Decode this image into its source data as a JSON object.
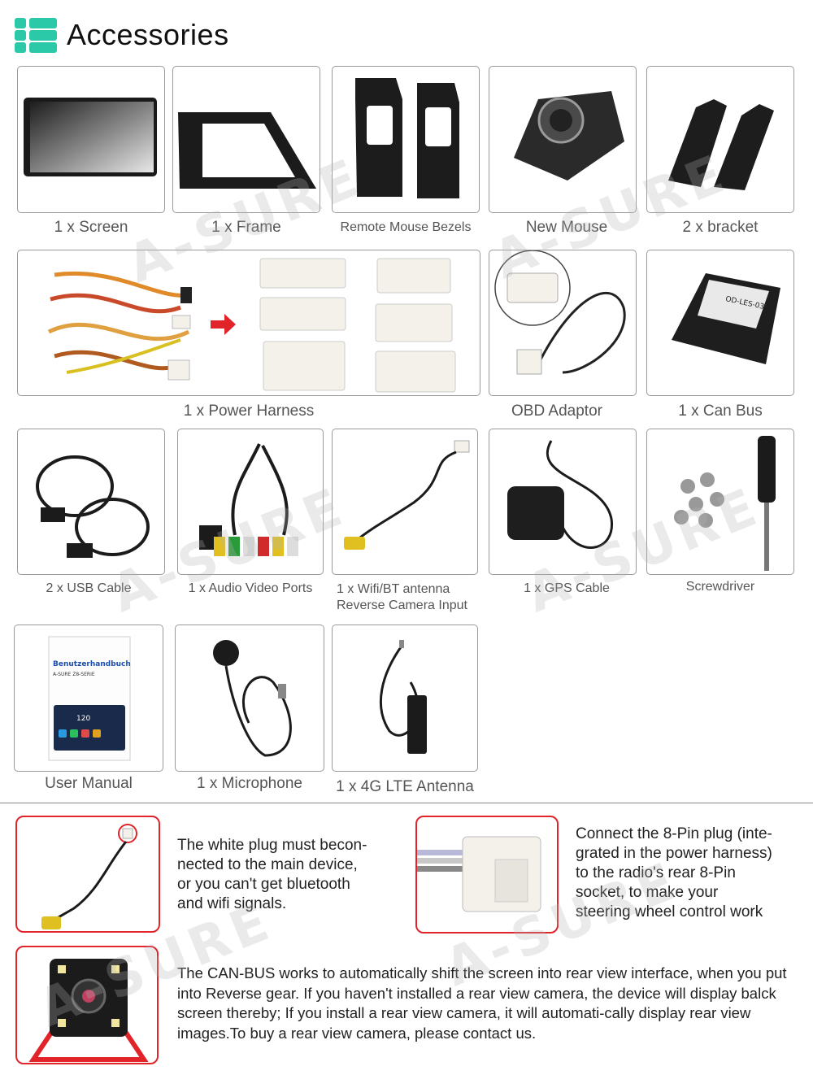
{
  "header": {
    "title": "Accessories",
    "accent_color": "#2cc9a8"
  },
  "items": [
    {
      "caption": "1 x Screen"
    },
    {
      "caption": "1 x Frame"
    },
    {
      "caption": "Remote Mouse Bezels"
    },
    {
      "caption": "New Mouse"
    },
    {
      "caption": "2 x bracket"
    },
    {
      "caption": "1 x Power Harness"
    },
    {
      "caption": "OBD Adaptor"
    },
    {
      "caption": "1 x Can Bus"
    },
    {
      "caption": "2 x USB Cable"
    },
    {
      "caption": "1 x Audio Video Ports"
    },
    {
      "caption_line1": "1 x Wifi/BT antenna",
      "caption_line2": "Reverse Camera Input"
    },
    {
      "caption": "1 x GPS Cable"
    },
    {
      "caption": "Screwdriver"
    },
    {
      "caption": "User Manual",
      "manual_title": "Benutzerhandbuch",
      "manual_subtitle": "A-SURE Z8-SERIE",
      "manual_screen_number": "120"
    },
    {
      "caption": "1 x Microphone"
    },
    {
      "caption": "1 x 4G LTE Antenna"
    }
  ],
  "canbus_label": "OD-LES-03",
  "notes": {
    "antenna_note": "The white plug must becon-\nnected to the main device,\nor you can't get bluetooth\nand wifi signals.",
    "plug_note": "Connect the 8-Pin plug (inte-\ngrated in the power harness)\nto the radio's rear 8-Pin\nsocket, to make your\nsteering wheel control work",
    "canbus_note": "The CAN-BUS works to automatically shift the screen into rear view interface, when you put into Reverse gear. If you haven't installed a rear view camera, the device will display balck screen thereby; If you install a rear view camera, it will automati-cally display rear view images.To buy a rear view camera, please contact us."
  },
  "watermark": "A-SURE",
  "colors": {
    "highlight_border": "#e0242a",
    "arrow": "#e0242a",
    "connector": "#f3f1ea"
  }
}
